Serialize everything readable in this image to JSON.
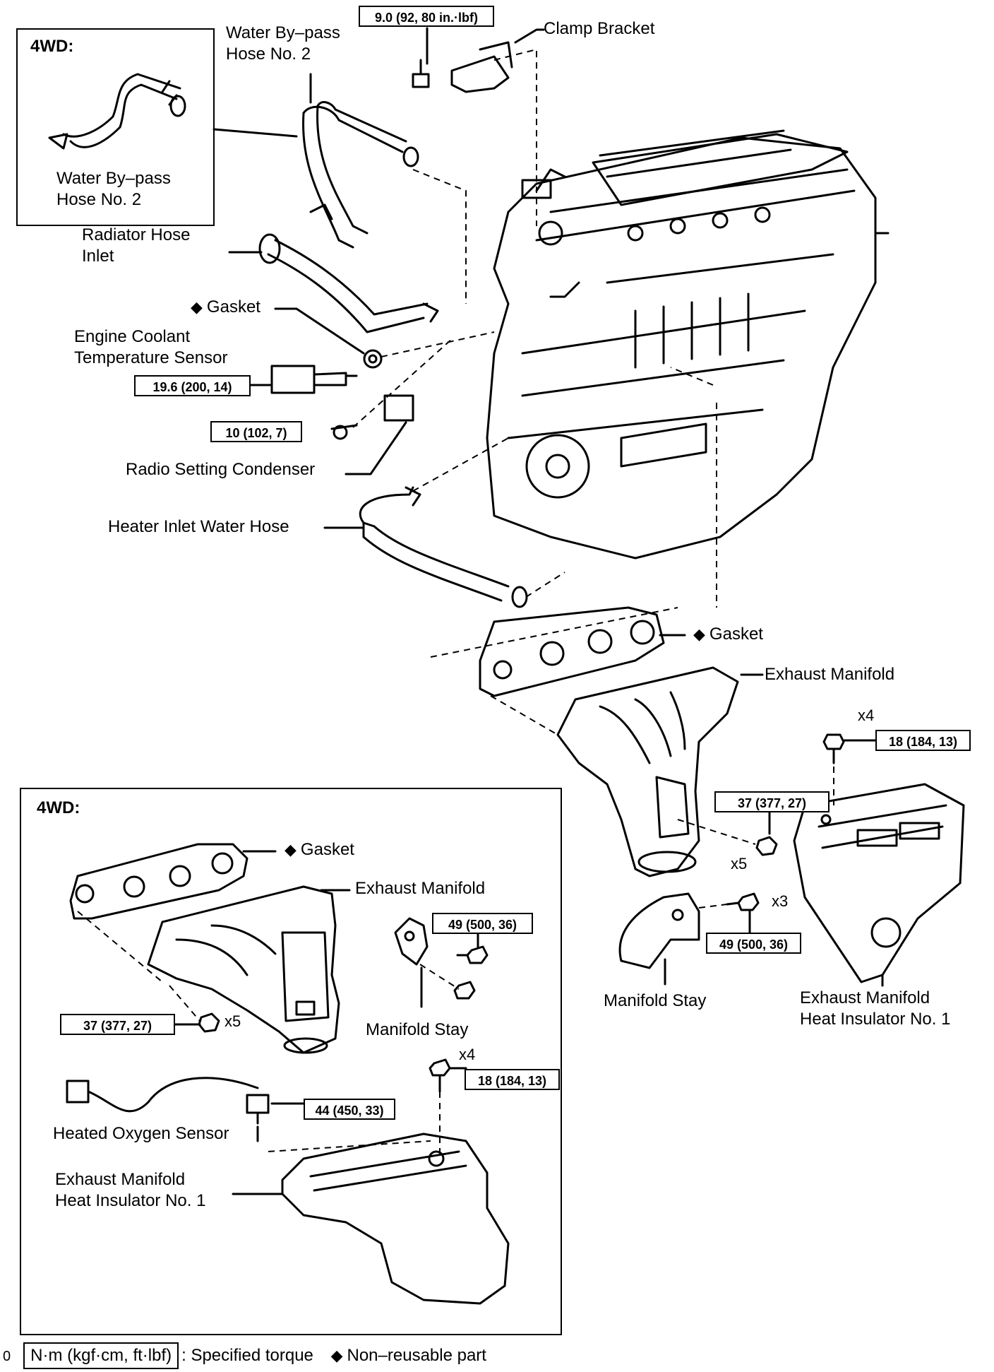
{
  "inset_top": {
    "title": "4WD:",
    "hose_label": "Water By–pass\nHose No. 2"
  },
  "inset_bottom": {
    "title": "4WD:",
    "gasket": "Gasket",
    "exhaust_manifold": "Exhaust Manifold",
    "manifold_stay": "Manifold Stay",
    "heated_oxygen_sensor": "Heated Oxygen Sensor",
    "heat_insulator": "Exhaust Manifold\nHeat Insulator No. 1",
    "torque_49": "49 (500, 36)",
    "torque_37": "37 (377, 27)",
    "torque_18": "18 (184, 13)",
    "torque_44": "44 (450, 33)",
    "qty_x5": "x5",
    "qty_x4": "x4"
  },
  "main": {
    "water_bypass_hose": "Water By–pass\nHose No. 2",
    "clamp_bracket": "Clamp Bracket",
    "torque_clamp": "9.0 (92, 80 in.·lbf)",
    "radiator_hose_inlet": "Radiator Hose\nInlet",
    "gasket_top": "Gasket",
    "engine_coolant_sensor": "Engine Coolant\nTemperature Sensor",
    "torque_sensor": "19.6 (200, 14)",
    "torque_condenser": "10 (102, 7)",
    "radio_setting_condenser": "Radio Setting Condenser",
    "heater_inlet_hose": "Heater Inlet Water Hose",
    "gasket_mid": "Gasket",
    "exhaust_manifold": "Exhaust Manifold",
    "qty_x4": "x4",
    "torque_18": "18 (184, 13)",
    "torque_37": "37 (377, 27)",
    "qty_x5": "x5",
    "qty_x3": "x3",
    "torque_49": "49 (500, 36)",
    "manifold_stay": "Manifold Stay",
    "heat_insulator": "Exhaust Manifold\nHeat Insulator No. 1"
  },
  "legend": {
    "index": "0",
    "unit_box": "N·m (kgf·cm, ft·lbf)",
    "specified_torque": ": Specified torque",
    "non_reusable": "Non–reusable part",
    "diamond": "◆"
  }
}
